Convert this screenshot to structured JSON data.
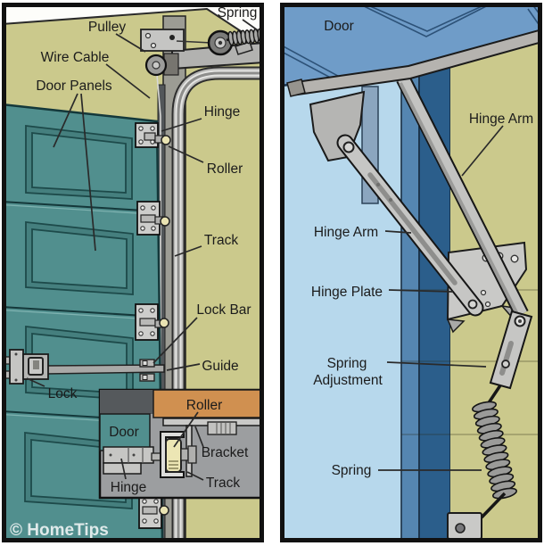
{
  "watermark": "© HomeTips",
  "colors": {
    "wall_olive": "#cbc98c",
    "door_teal": "#518f8e",
    "wall_light_blue": "#b7d8ec",
    "door_blue": "#6f9cc8",
    "jamb_dark_blue": "#2b5e8b",
    "jamb_light_blue": "#5586b1",
    "metal_gray": "#c6c6c4",
    "inset_gray": "#9c9ea0",
    "inset_orange": "#d09050",
    "roller_yellow": "#ece6b4",
    "label_text": "#1b1b1b"
  },
  "left_panel": {
    "labels": {
      "pulley": "Pulley",
      "spring": "Spring",
      "wire_cable": "Wire Cable",
      "door_panels": "Door Panels",
      "hinge": "Hinge",
      "roller": "Roller",
      "track": "Track",
      "lock_bar": "Lock Bar",
      "guide": "Guide",
      "lock": "Lock"
    },
    "inset": {
      "roller": "Roller",
      "door": "Door",
      "bracket": "Bracket",
      "hinge": "Hinge",
      "track": "Track"
    }
  },
  "right_panel": {
    "labels": {
      "door": "Door",
      "hinge_arm_upper": "Hinge Arm",
      "hinge_arm_lower": "Hinge Arm",
      "hinge_plate": "Hinge Plate",
      "spring_adjustment_line1": "Spring",
      "spring_adjustment_line2": "Adjustment",
      "spring": "Spring"
    }
  }
}
